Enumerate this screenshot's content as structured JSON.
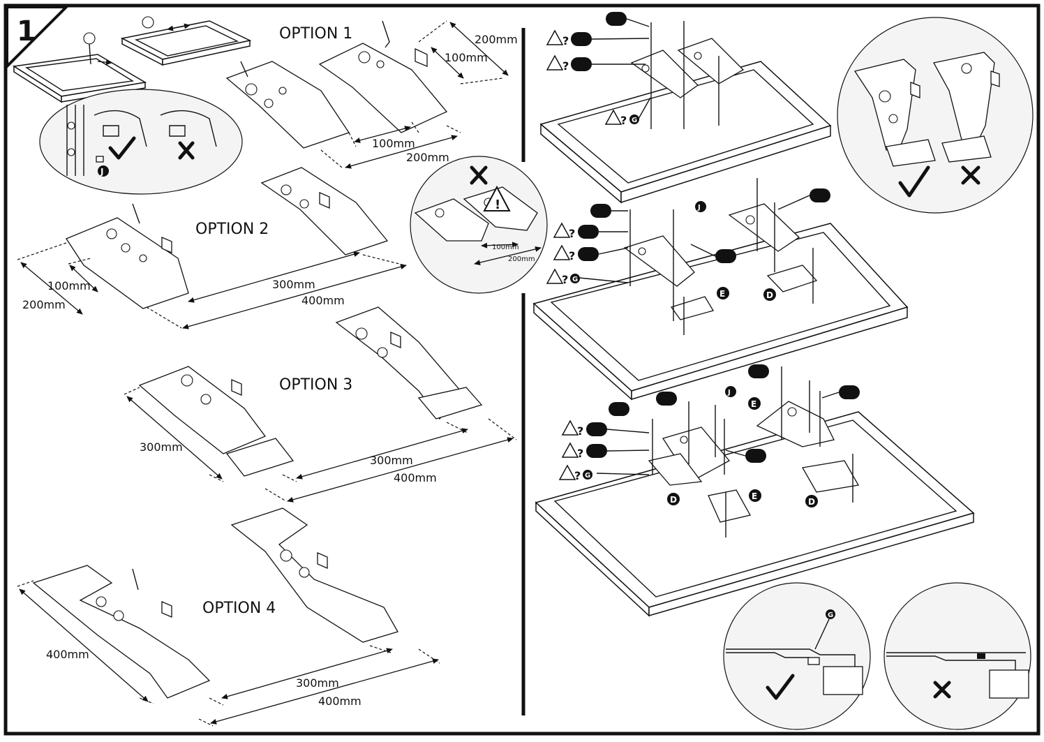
{
  "step_number": "1",
  "options": {
    "option1": {
      "title": "OPTION 1",
      "dim_a": "200mm",
      "dim_b": "100mm",
      "dim_c": "100mm",
      "dim_d": "200mm"
    },
    "option2": {
      "title": "OPTION 2",
      "dim_a": "100mm",
      "dim_b": "200mm",
      "dim_c": "300mm",
      "dim_d": "400mm"
    },
    "option3": {
      "title": "OPTION 3",
      "dim_a": "300mm",
      "dim_b": "300mm",
      "dim_c": "400mm"
    },
    "option4": {
      "title": "OPTION 4",
      "dim_a": "400mm",
      "dim_b": "300mm",
      "dim_c": "400mm"
    }
  },
  "wrong_inset": {
    "dim_a": "100mm",
    "dim_b": "200mm"
  },
  "part_labels": {
    "J": "J",
    "G": "G",
    "E": "E",
    "D": "D"
  },
  "warn_q": "?",
  "colors": {
    "ink": "#111111",
    "paper": "#ffffff",
    "circle_fill": "#f4f4f4"
  },
  "icons": [
    "warning-icon",
    "check-icon",
    "cross-icon",
    "bolt-pill-icon"
  ]
}
